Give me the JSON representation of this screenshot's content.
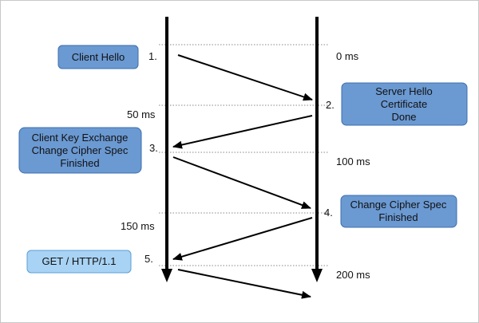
{
  "colors": {
    "box_fill": "#6b99d2",
    "box_stroke": "#3d6fae",
    "box_light_fill": "#a9d3f4",
    "box_light_stroke": "#5a9fd6",
    "line": "#000000",
    "dotted": "#888888"
  },
  "messages": [
    {
      "id": "client-hello",
      "lines": [
        "Client Hello"
      ],
      "side": "client",
      "style": "dark"
    },
    {
      "id": "server-hello",
      "lines": [
        "Server Hello",
        "Certificate",
        "Done"
      ],
      "side": "server",
      "style": "dark"
    },
    {
      "id": "client-key-exchange",
      "lines": [
        "Client Key Exchange",
        "Change Cipher Spec",
        "Finished"
      ],
      "side": "client",
      "style": "dark"
    },
    {
      "id": "server-change-cipher",
      "lines": [
        "Change Cipher Spec",
        "Finished"
      ],
      "side": "server",
      "style": "dark"
    },
    {
      "id": "get-request",
      "lines": [
        "GET / HTTP/1.1"
      ],
      "side": "client",
      "style": "light"
    }
  ],
  "steps": [
    "1.",
    "2.",
    "3.",
    "4.",
    "5."
  ],
  "times": [
    "0 ms",
    "50 ms",
    "100 ms",
    "150 ms",
    "200 ms"
  ]
}
